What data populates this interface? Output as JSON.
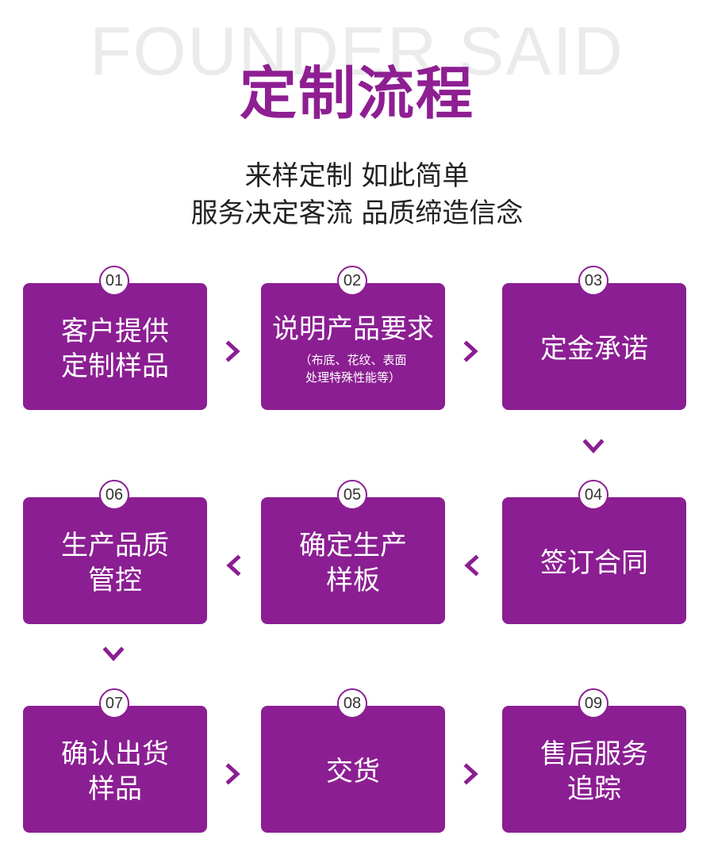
{
  "header": {
    "watermark": "FOUNDER SAID",
    "title": "定制流程",
    "subtitle_line1": "来样定制  如此简单",
    "subtitle_line2": "服务决定客流  品质缔造信念"
  },
  "accent_color": "#8b1e92",
  "steps": [
    {
      "number": "01",
      "lines": [
        "客户提供",
        "定制样品"
      ]
    },
    {
      "number": "02",
      "lines": [
        "说明产品要求"
      ],
      "note": [
        "（布底、花纹、表面",
        "处理特殊性能等）"
      ]
    },
    {
      "number": "03",
      "lines": [
        "定金承诺"
      ]
    },
    {
      "number": "04",
      "lines": [
        "签订合同"
      ]
    },
    {
      "number": "05",
      "lines": [
        "确定生产",
        "样板"
      ]
    },
    {
      "number": "06",
      "lines": [
        "生产品质",
        "管控"
      ]
    },
    {
      "number": "07",
      "lines": [
        "确认出货",
        "样品"
      ]
    },
    {
      "number": "08",
      "lines": [
        "交货"
      ]
    },
    {
      "number": "09",
      "lines": [
        "售后服务",
        "追踪"
      ]
    }
  ],
  "icons": {
    "arrow_right": "chevron-right-icon",
    "arrow_left": "chevron-left-icon",
    "arrow_down": "chevron-down-icon"
  }
}
